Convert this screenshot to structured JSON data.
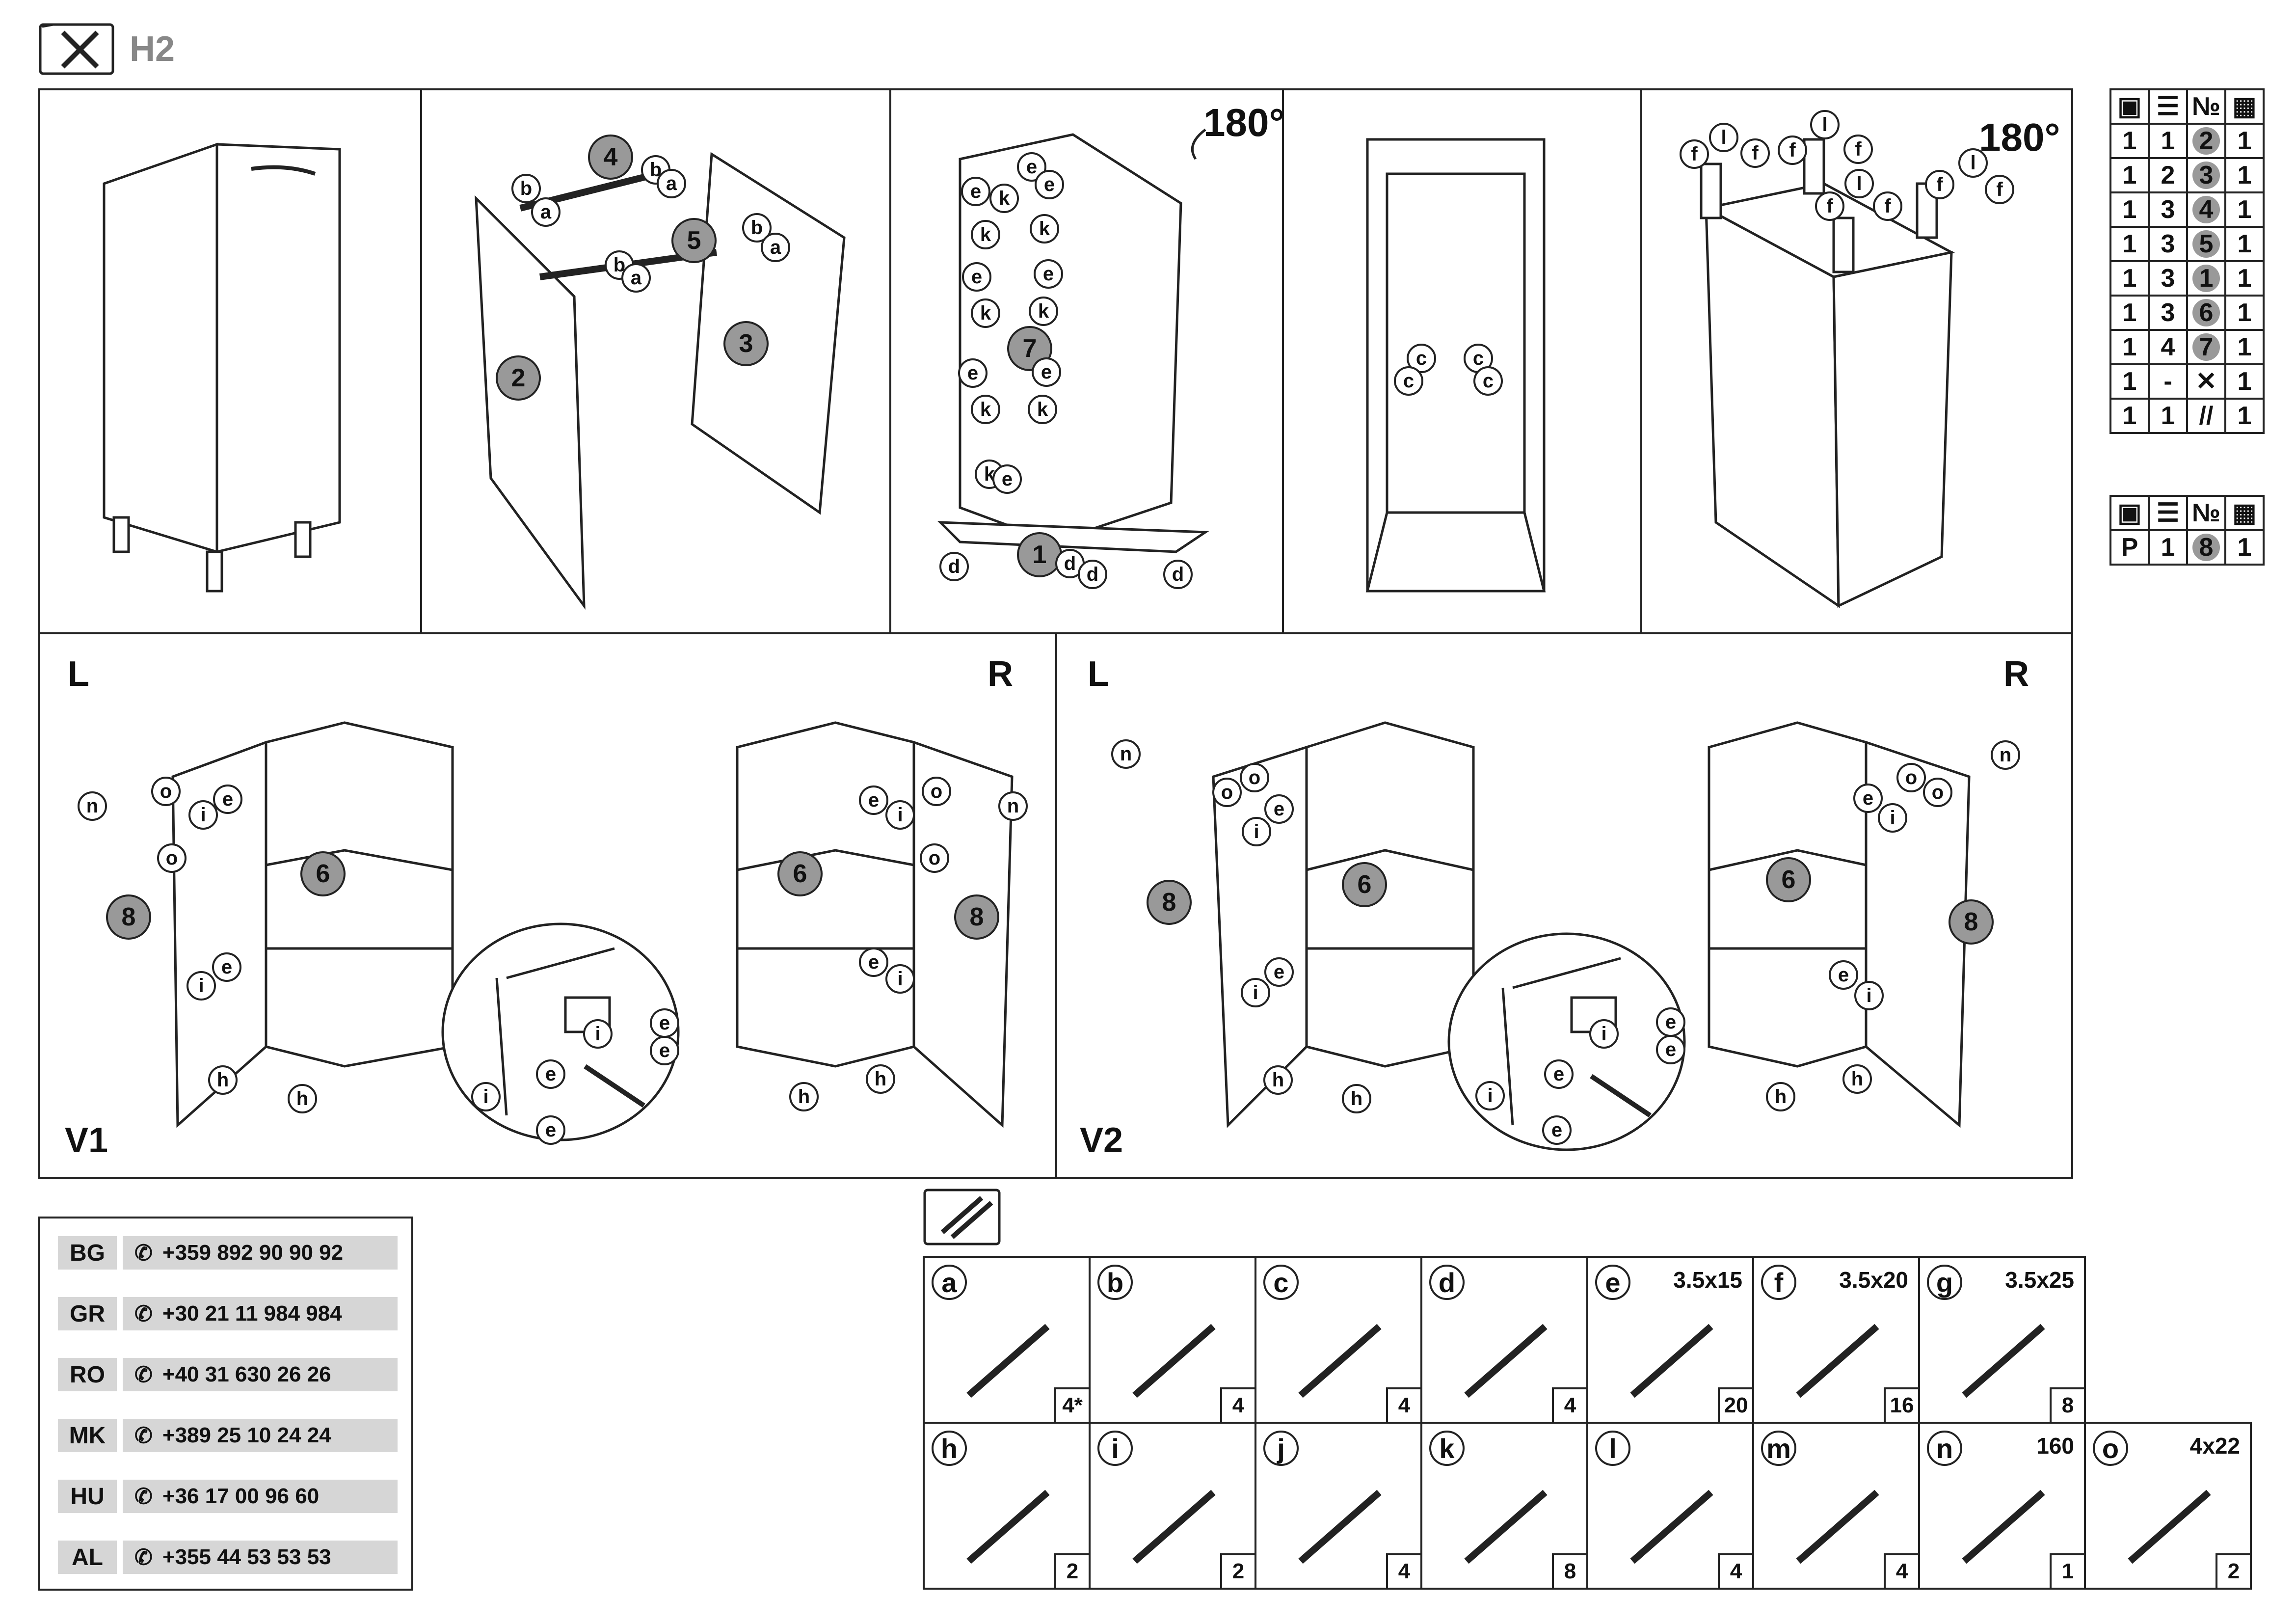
{
  "header": {
    "code": "H2"
  },
  "steps": {
    "rotate_1": "180°",
    "rotate_2": "180°"
  },
  "sections": {
    "left_1": "L",
    "right_1": "R",
    "left_2": "L",
    "right_2": "R",
    "variant_1": "V1",
    "variant_2": "V2"
  },
  "parts_table": {
    "rows": [
      [
        "1",
        "1",
        "2",
        "1"
      ],
      [
        "1",
        "2",
        "3",
        "1"
      ],
      [
        "1",
        "3",
        "4",
        "1"
      ],
      [
        "1",
        "3",
        "5",
        "1"
      ],
      [
        "1",
        "3",
        "1",
        "1"
      ],
      [
        "1",
        "3",
        "6",
        "1"
      ],
      [
        "1",
        "4",
        "7",
        "1"
      ],
      [
        "1",
        "-",
        "tools",
        "1"
      ],
      [
        "1",
        "1",
        "hardware",
        "1"
      ]
    ],
    "header_no": "№"
  },
  "door_table": {
    "header_no": "№",
    "row": [
      "P",
      "1",
      "8",
      "1"
    ]
  },
  "contacts": [
    {
      "code": "BG",
      "phone": "+359 892 90 90 92"
    },
    {
      "code": "GR",
      "phone": "+30 21 11 984 984"
    },
    {
      "code": "RO",
      "phone": "+40 31 630 26 26"
    },
    {
      "code": "MK",
      "phone": "+389 25 10 24 24"
    },
    {
      "code": "HU",
      "phone": "+36 17 00 96 60"
    },
    {
      "code": "AL",
      "phone": "+355 44 53 53 53"
    }
  ],
  "hardware": [
    {
      "letter": "a",
      "size": "",
      "qty": "4*"
    },
    {
      "letter": "b",
      "size": "",
      "qty": "4"
    },
    {
      "letter": "c",
      "size": "",
      "qty": "4"
    },
    {
      "letter": "d",
      "size": "",
      "qty": "4"
    },
    {
      "letter": "e",
      "size": "3.5x15",
      "qty": "20"
    },
    {
      "letter": "f",
      "size": "3.5x20",
      "qty": "16"
    },
    {
      "letter": "g",
      "size": "3.5x25",
      "qty": "8"
    },
    {
      "letter": "h",
      "size": "",
      "qty": "2"
    },
    {
      "letter": "i",
      "size": "",
      "qty": "2"
    },
    {
      "letter": "j",
      "size": "",
      "qty": "4"
    },
    {
      "letter": "k",
      "size": "",
      "qty": "8"
    },
    {
      "letter": "l",
      "size": "",
      "qty": "4"
    },
    {
      "letter": "m",
      "size": "",
      "qty": "4"
    },
    {
      "letter": "n",
      "size": "160",
      "qty": "1"
    },
    {
      "letter": "o",
      "size": "4x22",
      "qty": "2"
    }
  ],
  "callouts": {
    "a": "a",
    "b": "b",
    "c": "c",
    "d": "d",
    "e": "e",
    "f": "f",
    "h": "h",
    "i": "i",
    "k": "k",
    "l": "l",
    "n": "n",
    "o": "o",
    "p1": "1",
    "p2": "2",
    "p3": "3",
    "p4": "4",
    "p5": "5",
    "p6": "6",
    "p7": "7",
    "p8": "8"
  }
}
